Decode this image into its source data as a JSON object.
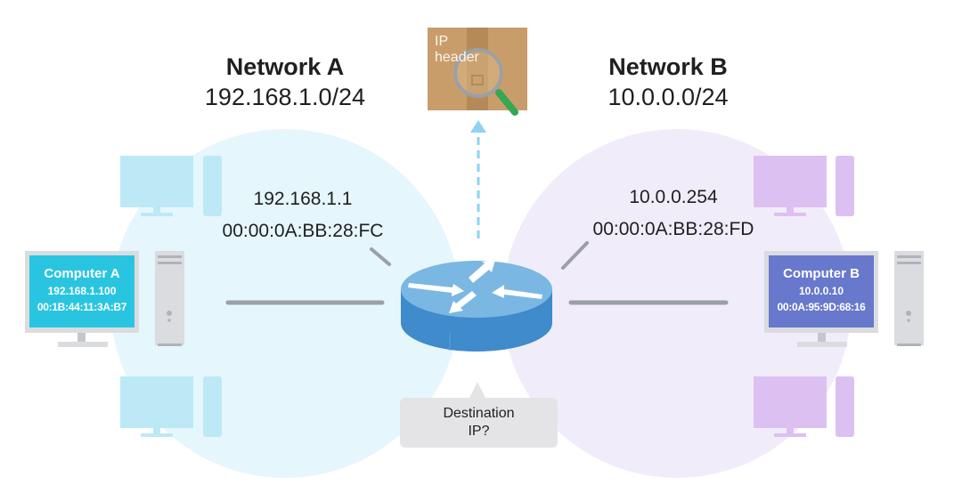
{
  "network_a": {
    "name": "Network A",
    "cidr": "192.168.1.0/24",
    "color": "#e6f6fd",
    "ghost_device_color": "#bde9f7",
    "router_interface": {
      "ip": "192.168.1.1",
      "mac": "00:00:0A:BB:28:FC"
    },
    "computer": {
      "name": "Computer A",
      "ip": "192.168.1.100",
      "mac": "00:1B:44:11:3A:B7",
      "screen_color": "#29c5e0"
    }
  },
  "network_b": {
    "name": "Network B",
    "cidr": "10.0.0.0/24",
    "color": "#f1ecfa",
    "ghost_device_color": "#dcc0f2",
    "router_interface": {
      "ip": "10.0.0.254",
      "mac": "00:00:0A:BB:28:FD"
    },
    "computer": {
      "name": "Computer B",
      "ip": "10.0.0.10",
      "mac": "00:0A:95:9D:68:16",
      "screen_color": "#6878cc"
    }
  },
  "packet": {
    "label_line1": "IP",
    "label_line2": "header",
    "box_color": "#c99d6a",
    "magnifier_handle_color": "#34a853"
  },
  "router": {
    "top_color": "#7bb7e3",
    "side_color": "#3f8bcb",
    "arrow_color": "#ffffff"
  },
  "callout": {
    "line1": "Destination",
    "line2": "IP?"
  },
  "colors": {
    "link_gray": "#9aa0a6",
    "dashed_arrow": "#8fd2f3",
    "device_frame": "#dadce0"
  }
}
